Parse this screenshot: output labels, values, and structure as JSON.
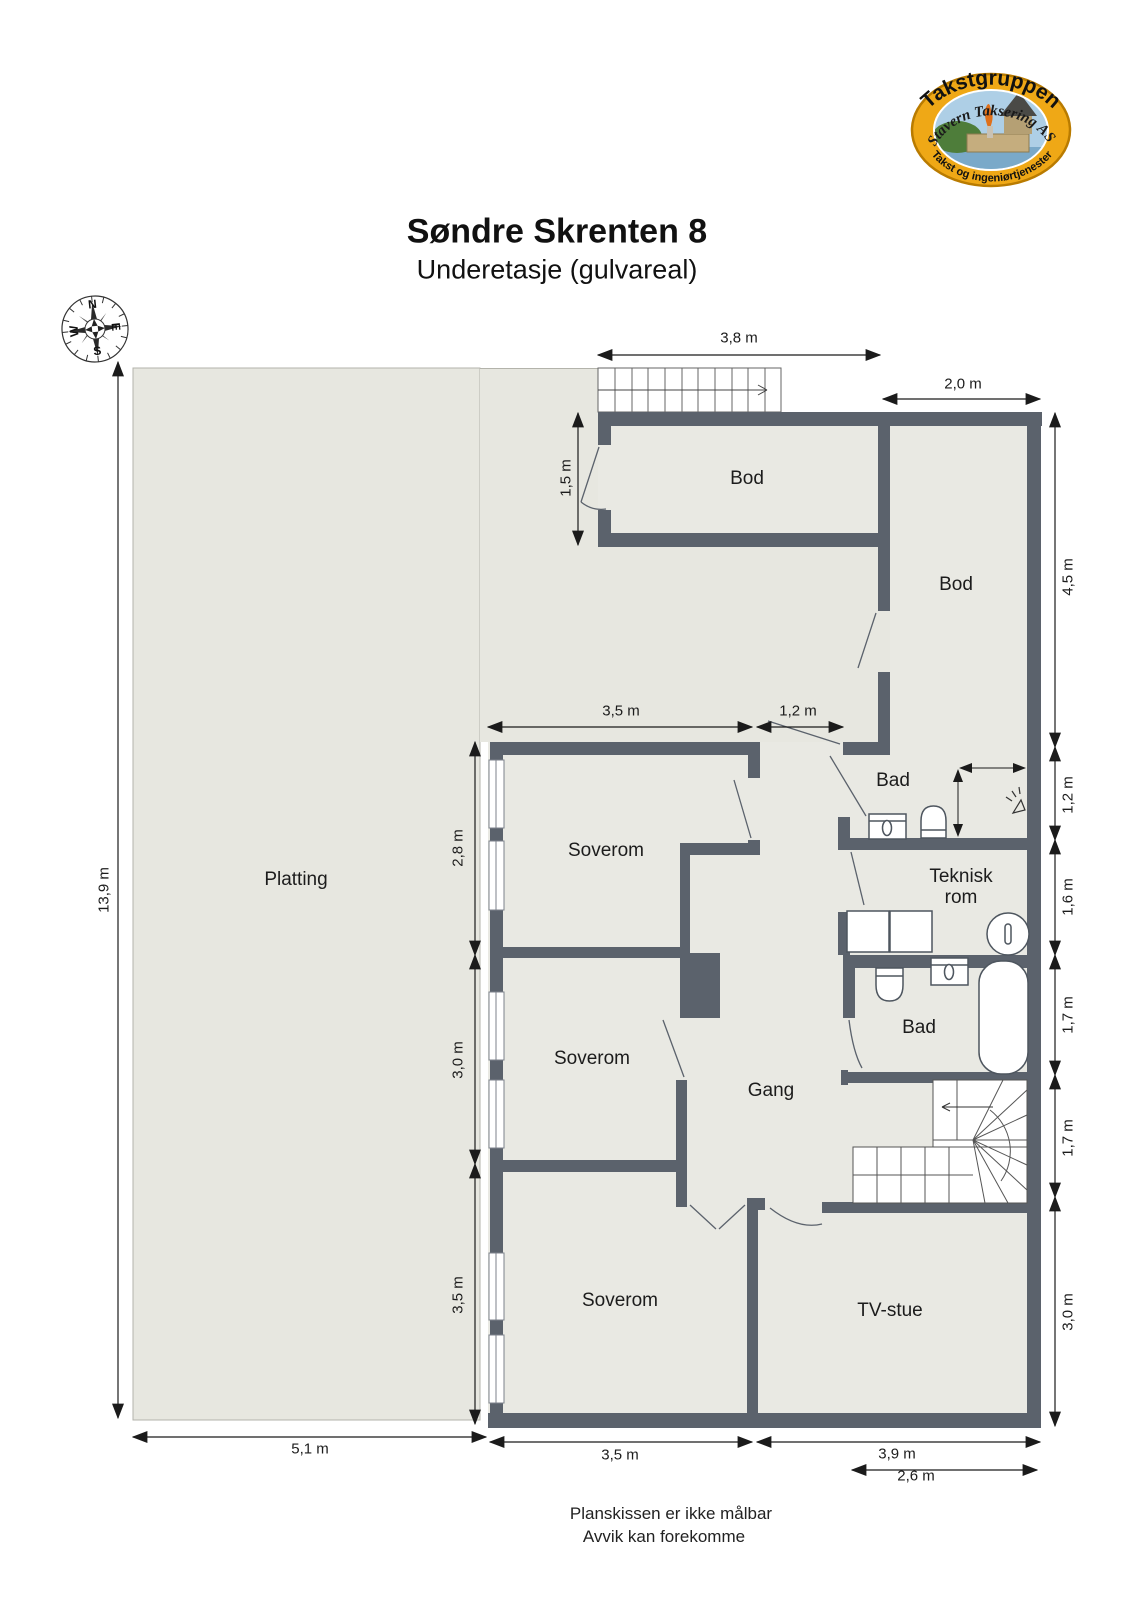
{
  "title": "Søndre Skrenten 8",
  "subtitle": "Underetasje (gulvareal)",
  "footer": {
    "line1": "Planskissen er ikke målbar",
    "line2": "Avvik kan forekomme"
  },
  "logo": {
    "top": "Takstgruppen",
    "middle": "Stavern Taksering AS",
    "bottom": "Takst og ingeniørtjenester"
  },
  "compass": {
    "n": "N",
    "e": "E",
    "s": "S",
    "w": "W"
  },
  "rooms": {
    "platting": "Platting",
    "bod_top": "Bod",
    "bod_right": "Bod",
    "bad_upper": "Bad",
    "teknisk_rom": "Teknisk\nrom",
    "bad_lower": "Bad",
    "soverom_1": "Soverom",
    "soverom_2": "Soverom",
    "soverom_3": "Soverom",
    "gang": "Gang",
    "tv_stue": "TV-stue"
  },
  "dimensions": {
    "top_stairs": "3,8 m",
    "top_right": "2,0 m",
    "bod_left": "1,5 m",
    "right_1": "4,5 m",
    "right_2": "1,2 m",
    "right_3": "1,6 m",
    "right_4": "1,7 m",
    "right_5": "1,7 m",
    "right_6": "3,0 m",
    "left_outer": "13,9 m",
    "left_1": "2,8 m",
    "left_2": "3,0 m",
    "left_3": "3,5 m",
    "mid_top_1": "3,5 m",
    "mid_top_2": "1,2 m",
    "bottom_1": "5,1 m",
    "bottom_2": "3,5 m",
    "bottom_3": "3,9 m",
    "bottom_4": "2,6 m"
  },
  "colors": {
    "wall": "#5b626c",
    "floor": "#e9e9e3",
    "platting": "#e7e7e0",
    "dimension_line": "#1b1b1b",
    "logo_ring": "#efa816"
  }
}
